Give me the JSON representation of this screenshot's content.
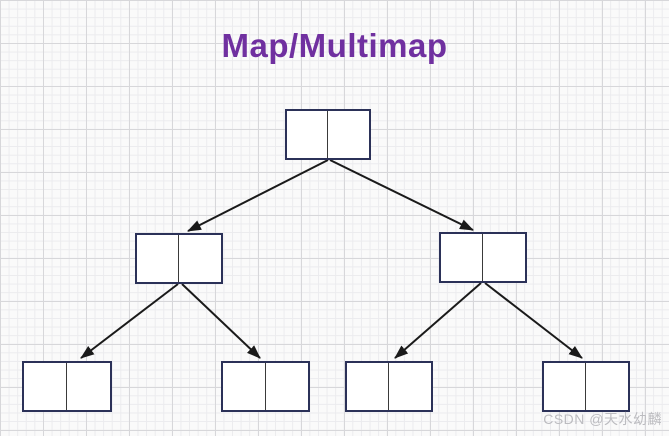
{
  "title": {
    "text": "Map/Multimap",
    "color": "#7030a0"
  },
  "watermark": {
    "text": "CSDN @天水幼麟"
  },
  "diagram": {
    "type": "binary-tree",
    "description": "Three-level binary tree; each node drawn as a rectangle split into two empty cells (key/value pair)",
    "colors": {
      "node_border": "#2b3158",
      "node_fill": "#ffffff",
      "cell_divider": "#3a3a3a",
      "arrow": "#1a1a1a",
      "grid_major": "#d7d7da",
      "grid_minor": "#ebebee"
    },
    "nodes": [
      {
        "id": "root",
        "level": 0,
        "cells": [
          "",
          ""
        ]
      },
      {
        "id": "left-child",
        "level": 1,
        "cells": [
          "",
          ""
        ]
      },
      {
        "id": "right-child",
        "level": 1,
        "cells": [
          "",
          ""
        ]
      },
      {
        "id": "leaf-1",
        "level": 2,
        "cells": [
          "",
          ""
        ]
      },
      {
        "id": "leaf-2",
        "level": 2,
        "cells": [
          "",
          ""
        ]
      },
      {
        "id": "leaf-3",
        "level": 2,
        "cells": [
          "",
          ""
        ]
      },
      {
        "id": "leaf-4",
        "level": 2,
        "cells": [
          "",
          ""
        ]
      }
    ],
    "edges": [
      {
        "from": "root",
        "to": "left-child"
      },
      {
        "from": "root",
        "to": "right-child"
      },
      {
        "from": "left-child",
        "to": "leaf-1"
      },
      {
        "from": "left-child",
        "to": "leaf-2"
      },
      {
        "from": "right-child",
        "to": "leaf-3"
      },
      {
        "from": "right-child",
        "to": "leaf-4"
      }
    ]
  }
}
